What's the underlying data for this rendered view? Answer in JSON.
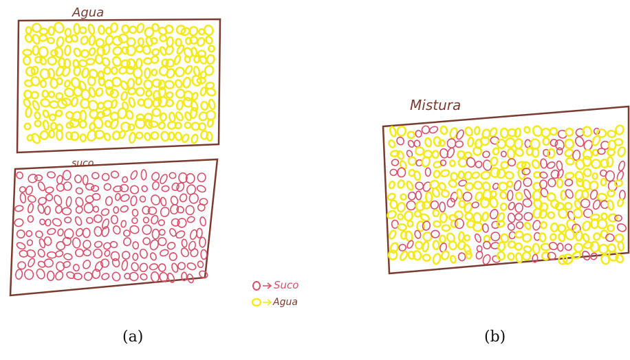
{
  "panel_a": {
    "water_label": "Agua",
    "juice_label": "suco",
    "caption": "(a)"
  },
  "legend": {
    "juice": "Suco",
    "water": "Agua"
  },
  "panel_b": {
    "mixture_label": "Mistura",
    "caption": "(b)"
  },
  "colors": {
    "border": "#7a3b2e",
    "water": "#f2ea1f",
    "juice": "#d94f6a"
  }
}
